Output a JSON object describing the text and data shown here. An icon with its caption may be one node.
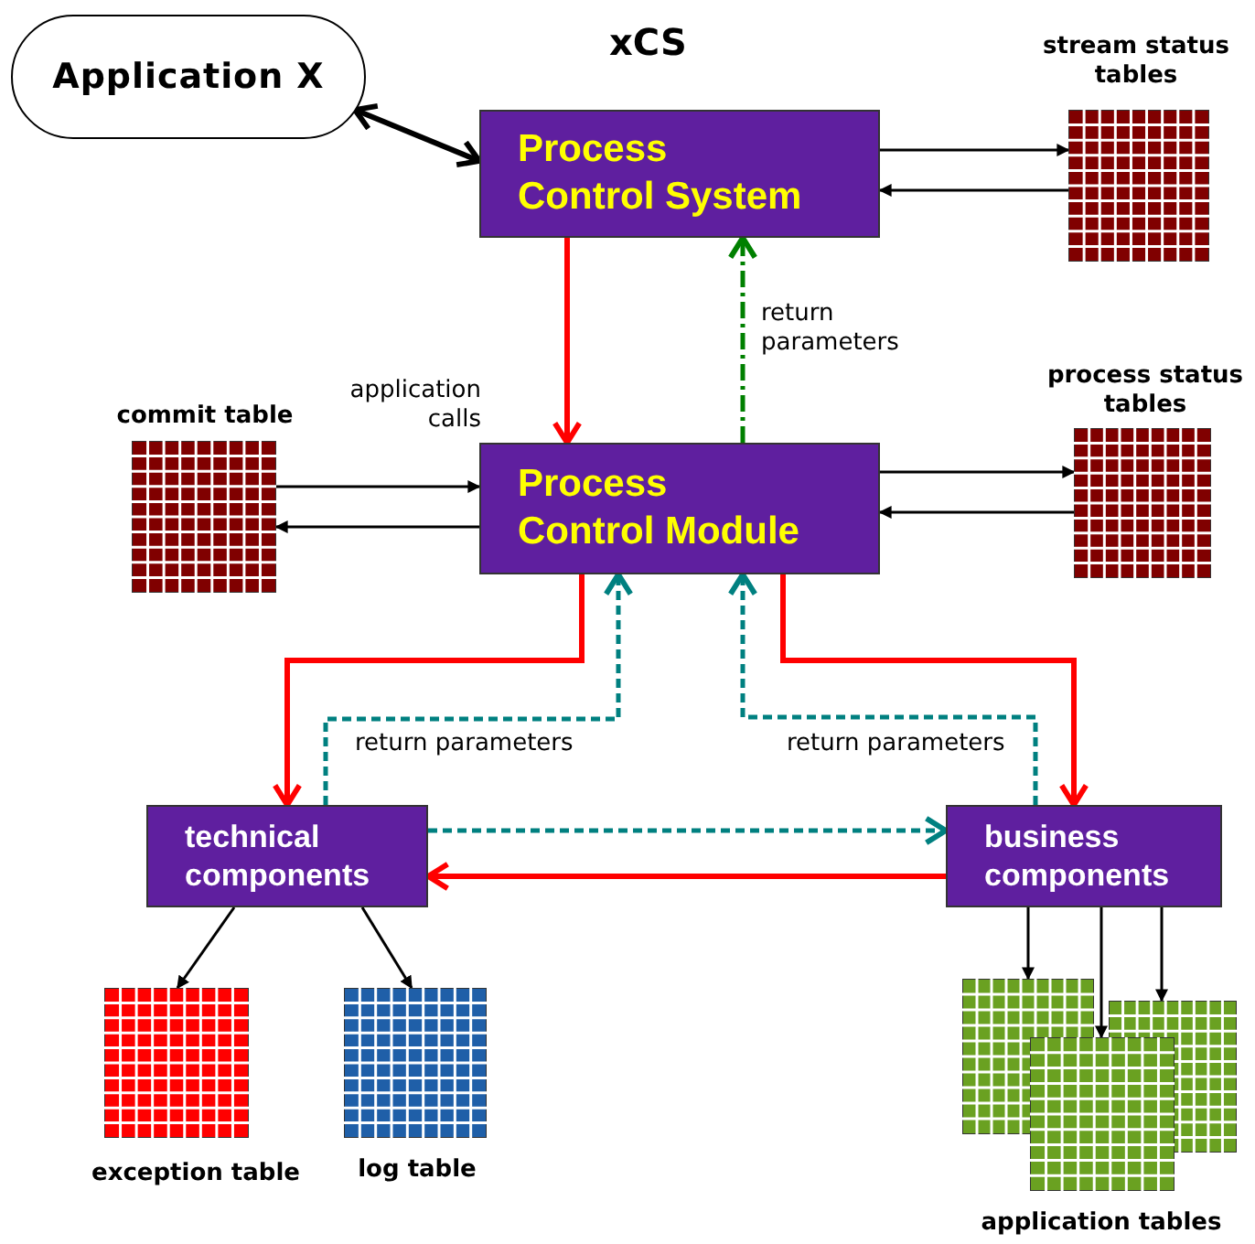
{
  "diagram": {
    "title": "xCS",
    "nodes": [
      {
        "text": [
          "Application X"
        ]
      },
      {
        "text": [
          "Process Control System"
        ]
      },
      {
        "text": [
          "stream status tables"
        ]
      },
      {
        "text": [
          "commit table"
        ]
      },
      {
        "text": [
          "Process Control Module"
        ]
      },
      {
        "text": [
          "process status tables"
        ]
      },
      {
        "text": [
          "technical components"
        ]
      },
      {
        "text": [
          "business components"
        ]
      },
      {
        "text": [
          "exception table"
        ]
      },
      {
        "text": [
          "log table"
        ]
      },
      {
        "text": [],
        "shape": "box"
      },
      {
        "text": [
          "application tables"
        ]
      },
      {
        "text": [],
        "shape": "box"
      }
    ],
    "edges": [
      {
        "from": 0,
        "to": 1,
        "arrow": "both",
        "style": "thick"
      },
      {
        "from": 1,
        "to": 2,
        "arrow": "to"
      },
      {
        "from": 2,
        "to": 1,
        "arrow": "to"
      },
      {
        "from": 1,
        "to": 4,
        "arrow": "to",
        "label": "application calls",
        "style": "thick",
        "color": "#ff0000"
      },
      {
        "from": 4,
        "to": 1,
        "arrow": "to",
        "label": "return parameters",
        "style": "dashed",
        "color": "#008000"
      },
      {
        "from": 3,
        "to": 4,
        "arrow": "to"
      },
      {
        "from": 4,
        "to": 3,
        "arrow": "to"
      },
      {
        "from": 4,
        "to": 5,
        "arrow": "to"
      },
      {
        "from": 5,
        "to": 4,
        "arrow": "to"
      },
      {
        "from": 4,
        "to": 6,
        "arrow": "to",
        "style": "thick",
        "color": "#ff0000"
      },
      {
        "from": 6,
        "to": 4,
        "arrow": "to",
        "label": "return parameters",
        "style": "dashed",
        "color": "#008080"
      },
      {
        "from": 4,
        "to": 7,
        "arrow": "to",
        "style": "thick",
        "color": "#ff0000"
      },
      {
        "from": 7,
        "to": 4,
        "arrow": "to",
        "label": "return parameters",
        "style": "dashed",
        "color": "#008080"
      },
      {
        "from": 6,
        "to": 7,
        "arrow": "to",
        "style": "dashed",
        "color": "#008080"
      },
      {
        "from": 7,
        "to": 6,
        "arrow": "to",
        "style": "thick",
        "color": "#ff0000"
      },
      {
        "from": 6,
        "to": 8,
        "arrow": "to"
      },
      {
        "from": 6,
        "to": 9,
        "arrow": "to"
      },
      {
        "from": 7,
        "to": 10,
        "arrow": "to"
      },
      {
        "from": 7,
        "to": 11,
        "arrow": "to"
      },
      {
        "from": 7,
        "to": 12,
        "arrow": "to"
      }
    ]
  }
}
